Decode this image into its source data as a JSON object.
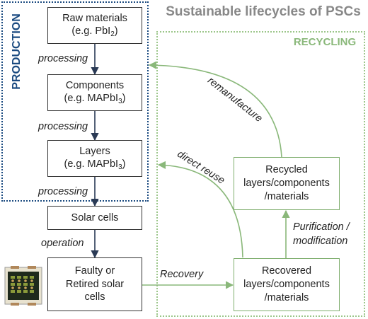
{
  "title": "Sustainable lifecycles of PSCs",
  "regions": {
    "production": "PRODUCTION",
    "recycling": "RECYCLING"
  },
  "boxes": {
    "raw": {
      "line1": "Raw materials",
      "line2_prefix": "(e.g. PbI",
      "line2_sub": "2",
      "line2_suffix": ")"
    },
    "components": {
      "line1": "Components",
      "line2_prefix": "(e.g. MAPbI",
      "line2_sub": "3",
      "line2_suffix": ")"
    },
    "layers": {
      "line1": "Layers",
      "line2_prefix": "(e.g. MAPbI",
      "line2_sub": "3",
      "line2_suffix": ")"
    },
    "solar": {
      "line1": "Solar cells"
    },
    "faulty": {
      "line1": "Faulty or",
      "line2": "Retired solar",
      "line3": "cells"
    },
    "recycled": {
      "line1": "Recycled",
      "line2": "layers/components",
      "line3": "/materials"
    },
    "recovered": {
      "line1": "Recovered",
      "line2": "layers/components",
      "line3": "/materials"
    }
  },
  "edge_labels": {
    "processing1": "processing",
    "processing2": "processing",
    "processing3": "processing",
    "operation": "operation",
    "recovery": "Recovery",
    "purification": "Purification /",
    "modification": "modification",
    "remanufacture": "remanufacture",
    "direct_reuse": "direct reuse"
  },
  "colors": {
    "production_border": "#1a4a80",
    "recycling_border": "#9cc68a",
    "recycling_arrow": "#8ab87a",
    "box_border": "#333333",
    "title": "#888888"
  },
  "icons": {
    "solar_module": "solar-cell-module-icon"
  }
}
